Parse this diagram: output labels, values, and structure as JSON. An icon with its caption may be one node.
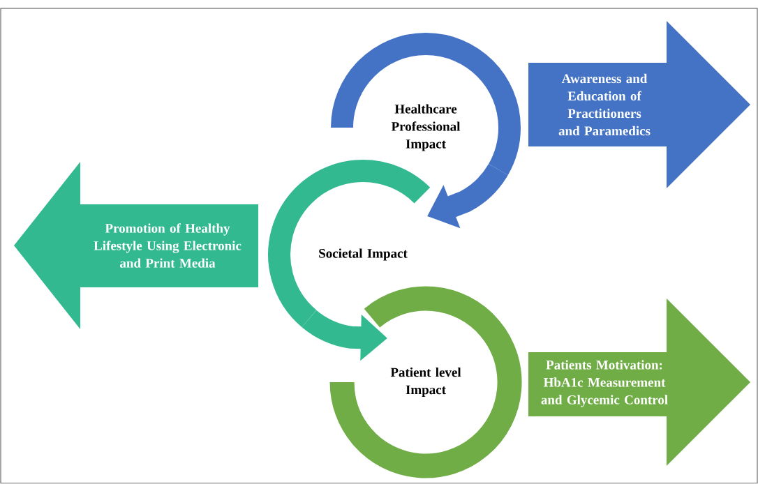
{
  "diagram": {
    "nodes": [
      {
        "text": [
          "Healthcare Professional Impact"
        ]
      },
      {
        "text": [
          "Societal Impact"
        ]
      },
      {
        "text": [
          "Patient level Impact"
        ]
      },
      {
        "text": [
          "Awareness and Education of Practitioners and Paramedics"
        ]
      },
      {
        "text": [
          "Promotion of Healthy Lifestyle Using Electronic and Print Media"
        ]
      },
      {
        "text": [
          "Patients Motivation: HbA1c Measurement and Glycemic Control"
        ]
      }
    ],
    "edges": [
      {
        "from": 0,
        "to": 1,
        "arrow": "to",
        "color": "#4472c4"
      },
      {
        "from": 1,
        "to": 2,
        "arrow": "to",
        "color": "#33b98f"
      }
    ]
  }
}
